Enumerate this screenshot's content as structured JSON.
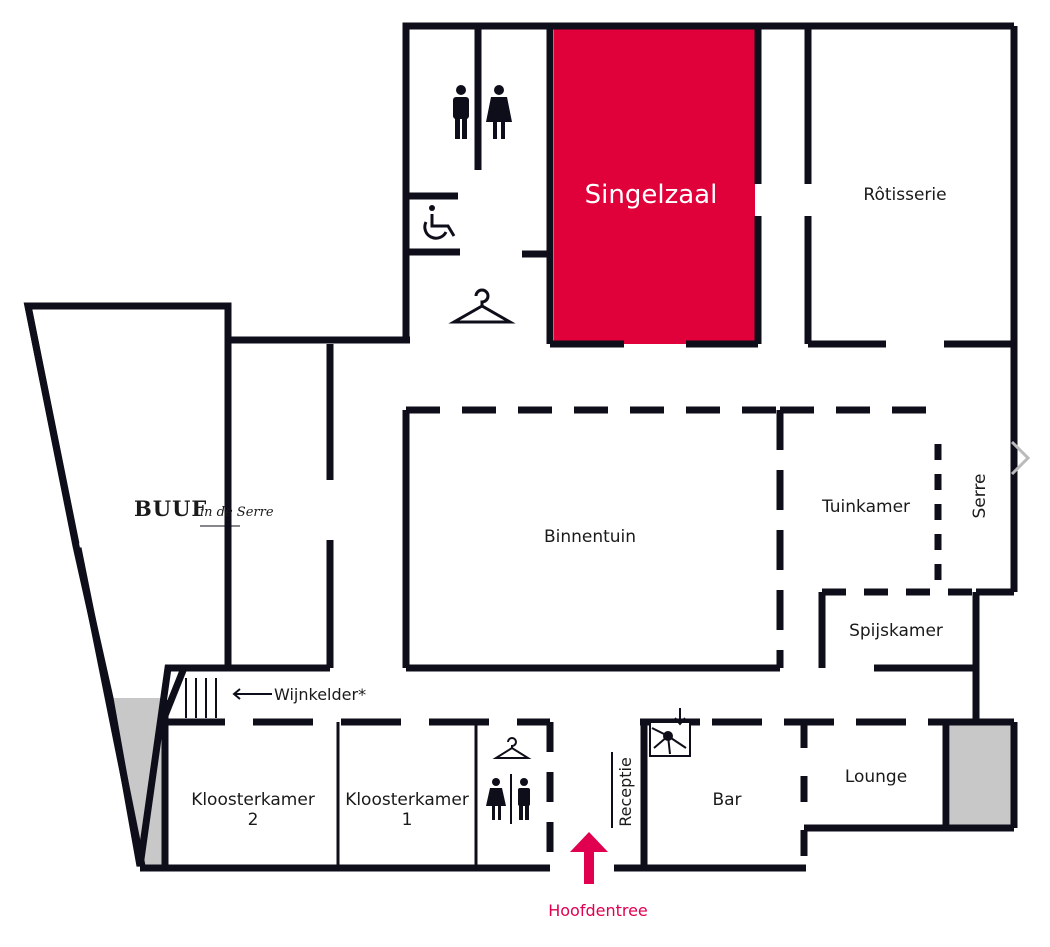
{
  "map": {
    "highlight_color": "#e0003a",
    "wall_color": "#0e0e1a",
    "entrance_color": "#e0004f",
    "rooms": {
      "singelzaal": "Singelzaal",
      "rotisserie": "Rôtisserie",
      "binnentuin": "Binnentuin",
      "tuinkamer": "Tuinkamer",
      "serre": "Serre",
      "spijskamer": "Spijskamer",
      "kloosterkamer2_line1": "Kloosterkamer",
      "kloosterkamer2_line2": "2",
      "kloosterkamer1_line1": "Kloosterkamer",
      "kloosterkamer1_line2": "1",
      "bar": "Bar",
      "lounge": "Lounge",
      "receptie": "Receptie",
      "wijnkelder": "Wijnkelder*"
    },
    "logo": {
      "brand": "BUUF",
      "script": "in de Serre"
    },
    "entrance_label": "Hoofdentree",
    "icons": [
      "toilet-men-women-icon",
      "wheelchair-icon",
      "coat-hanger-icon",
      "staircase-icon",
      "spiral-stair-icon",
      "entrance-arrow-icon",
      "chevron-right-icon"
    ]
  }
}
